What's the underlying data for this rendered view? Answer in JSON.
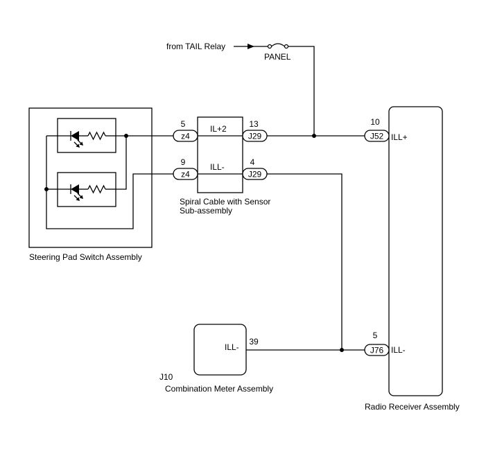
{
  "source": {
    "label": "from TAIL Relay"
  },
  "fuse": {
    "label": "PANEL"
  },
  "steering_pad": {
    "label": "Steering Pad Switch Assembly"
  },
  "spiral_cable": {
    "label_line1": "Spiral Cable with Sensor",
    "label_line2": "Sub-assembly",
    "signal_top": "IL+2",
    "signal_bottom": "ILL-",
    "left_top_pin": "5",
    "left_top_connector": "z4",
    "left_bottom_pin": "9",
    "left_bottom_connector": "z4",
    "right_top_pin": "13",
    "right_top_connector": "J29",
    "right_bottom_pin": "4",
    "right_bottom_connector": "J29"
  },
  "radio": {
    "label": "Radio Receiver Assembly",
    "top_pin": "10",
    "top_connector": "J52",
    "top_signal": "ILL+",
    "bottom_pin": "5",
    "bottom_connector": "J76",
    "bottom_signal": "ILL-"
  },
  "meter": {
    "label": "Combination Meter Assembly",
    "connector": "J10",
    "signal": "ILL-",
    "pin": "39"
  }
}
